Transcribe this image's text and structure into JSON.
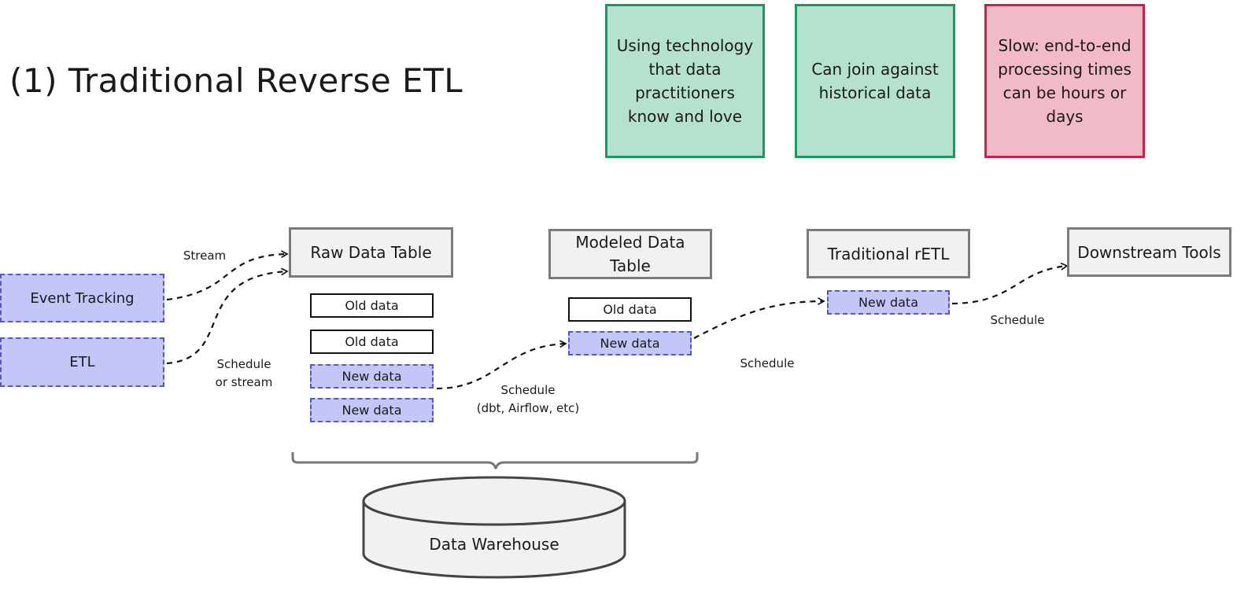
{
  "title": "(1) Traditional Reverse ETL",
  "notes": {
    "technology": "Using technology that data practitioners know and love",
    "historical": "Can join against historical data",
    "slow": "Slow: end-to-end processing times can be hours or days"
  },
  "sources": {
    "event_tracking": "Event Tracking",
    "etl": "ETL"
  },
  "stages": {
    "raw": "Raw Data Table",
    "modeled": "Modeled Data Table",
    "retl": "Traditional rETL",
    "downstream": "Downstream Tools"
  },
  "rows": {
    "old": "Old data",
    "new": "New data"
  },
  "labels": {
    "stream": "Stream",
    "schedule_or_stream_1": "Schedule",
    "schedule_or_stream_2": "or stream",
    "schedule_dbt_1": "Schedule",
    "schedule_dbt_2": "(dbt, Airflow, etc)",
    "schedule_modeled": "Schedule",
    "schedule_retl": "Schedule"
  },
  "warehouse": "Data Warehouse",
  "colors": {
    "pro_fill": "#b5e2cf",
    "pro_border": "#1a9a5c",
    "con_fill": "#f2bac6",
    "con_border": "#c8224a",
    "source_fill": "#c3c6f6",
    "source_border": "#5257d0",
    "stage_fill": "#f1f1f1",
    "stage_border": "#7b7b7b"
  }
}
